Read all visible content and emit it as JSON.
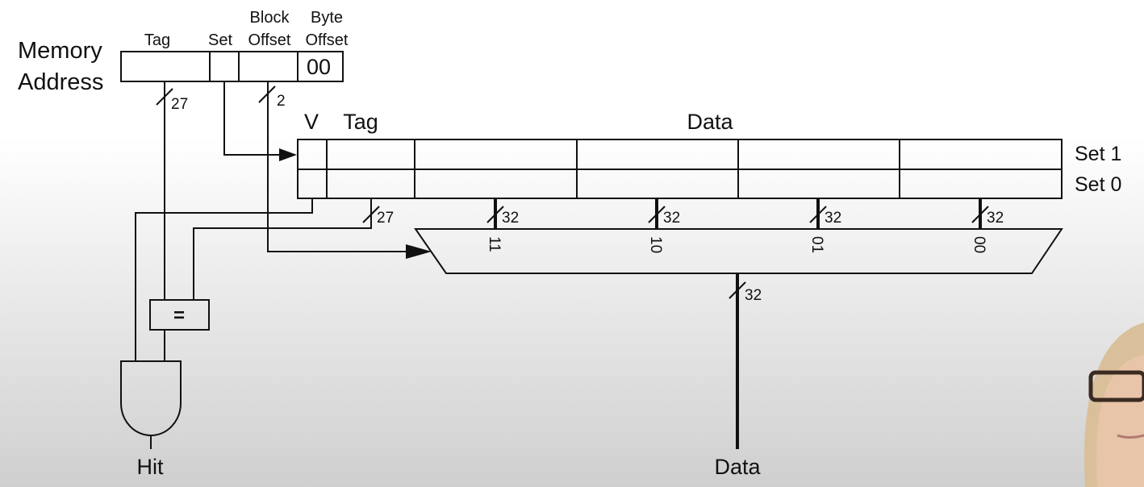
{
  "address": {
    "label_line1": "Memory",
    "label_line2": "Address",
    "fields": {
      "tag": "Tag",
      "set": "Set",
      "block_offset_1": "Block",
      "block_offset_2": "Offset",
      "byte_offset_1": "Byte",
      "byte_offset_2": "Offset"
    },
    "byte_offset_value": "00",
    "tag_width": "27",
    "block_offset_width": "2"
  },
  "cache": {
    "col_v": "V",
    "col_tag": "Tag",
    "col_data": "Data",
    "rows": [
      "Set 1",
      "Set 0"
    ],
    "tag_out_width": "27",
    "word_widths": [
      "32",
      "32",
      "32",
      "32"
    ]
  },
  "mux": {
    "inputs": [
      "11",
      "10",
      "01",
      "00"
    ],
    "out_width": "32"
  },
  "comparator": {
    "symbol": "="
  },
  "outputs": {
    "hit": "Hit",
    "data": "Data"
  }
}
